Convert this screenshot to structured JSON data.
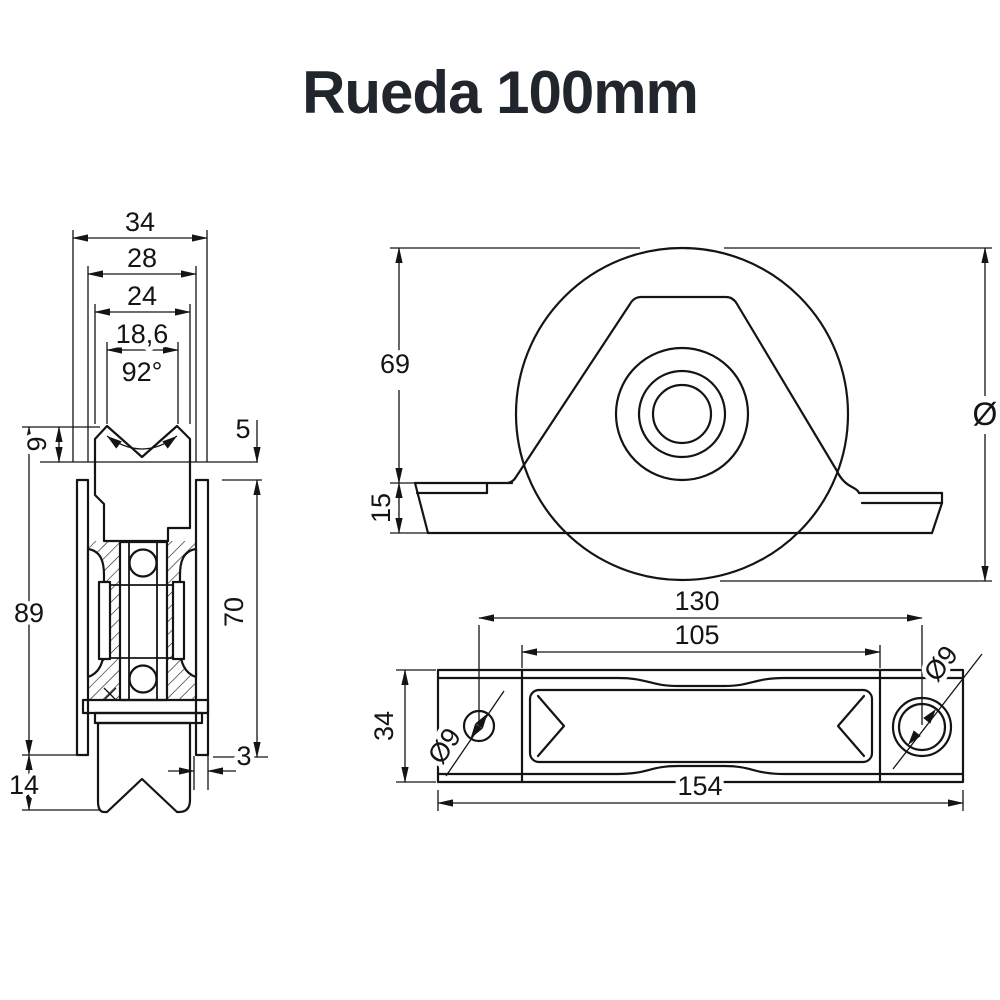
{
  "title": {
    "text": "Rueda 100mm"
  },
  "colors": {
    "line": "#141414",
    "background": "#ffffff",
    "title": "#21262d"
  },
  "views": {
    "section": {
      "dims": {
        "overall_width": "34",
        "inner_width": "28",
        "hub_width": "24",
        "groove_width": "18,6",
        "groove_angle": "92°",
        "groove_depth": "9",
        "rim_to_plate": "5",
        "overall_height": "89",
        "plate_height": "70",
        "bottom_clearance": "14",
        "edge_gap": "3"
      }
    },
    "front": {
      "dims": {
        "axle_height": "69",
        "base_thickness": "15",
        "wheel_diameter": "Ø"
      }
    },
    "plan": {
      "dims": {
        "hole_spacing": "130",
        "slot_length": "105",
        "plate_width": "34",
        "left_hole_diameter": "Ø9",
        "right_hole_diameter": "Ø9",
        "total_length": "154"
      }
    }
  }
}
